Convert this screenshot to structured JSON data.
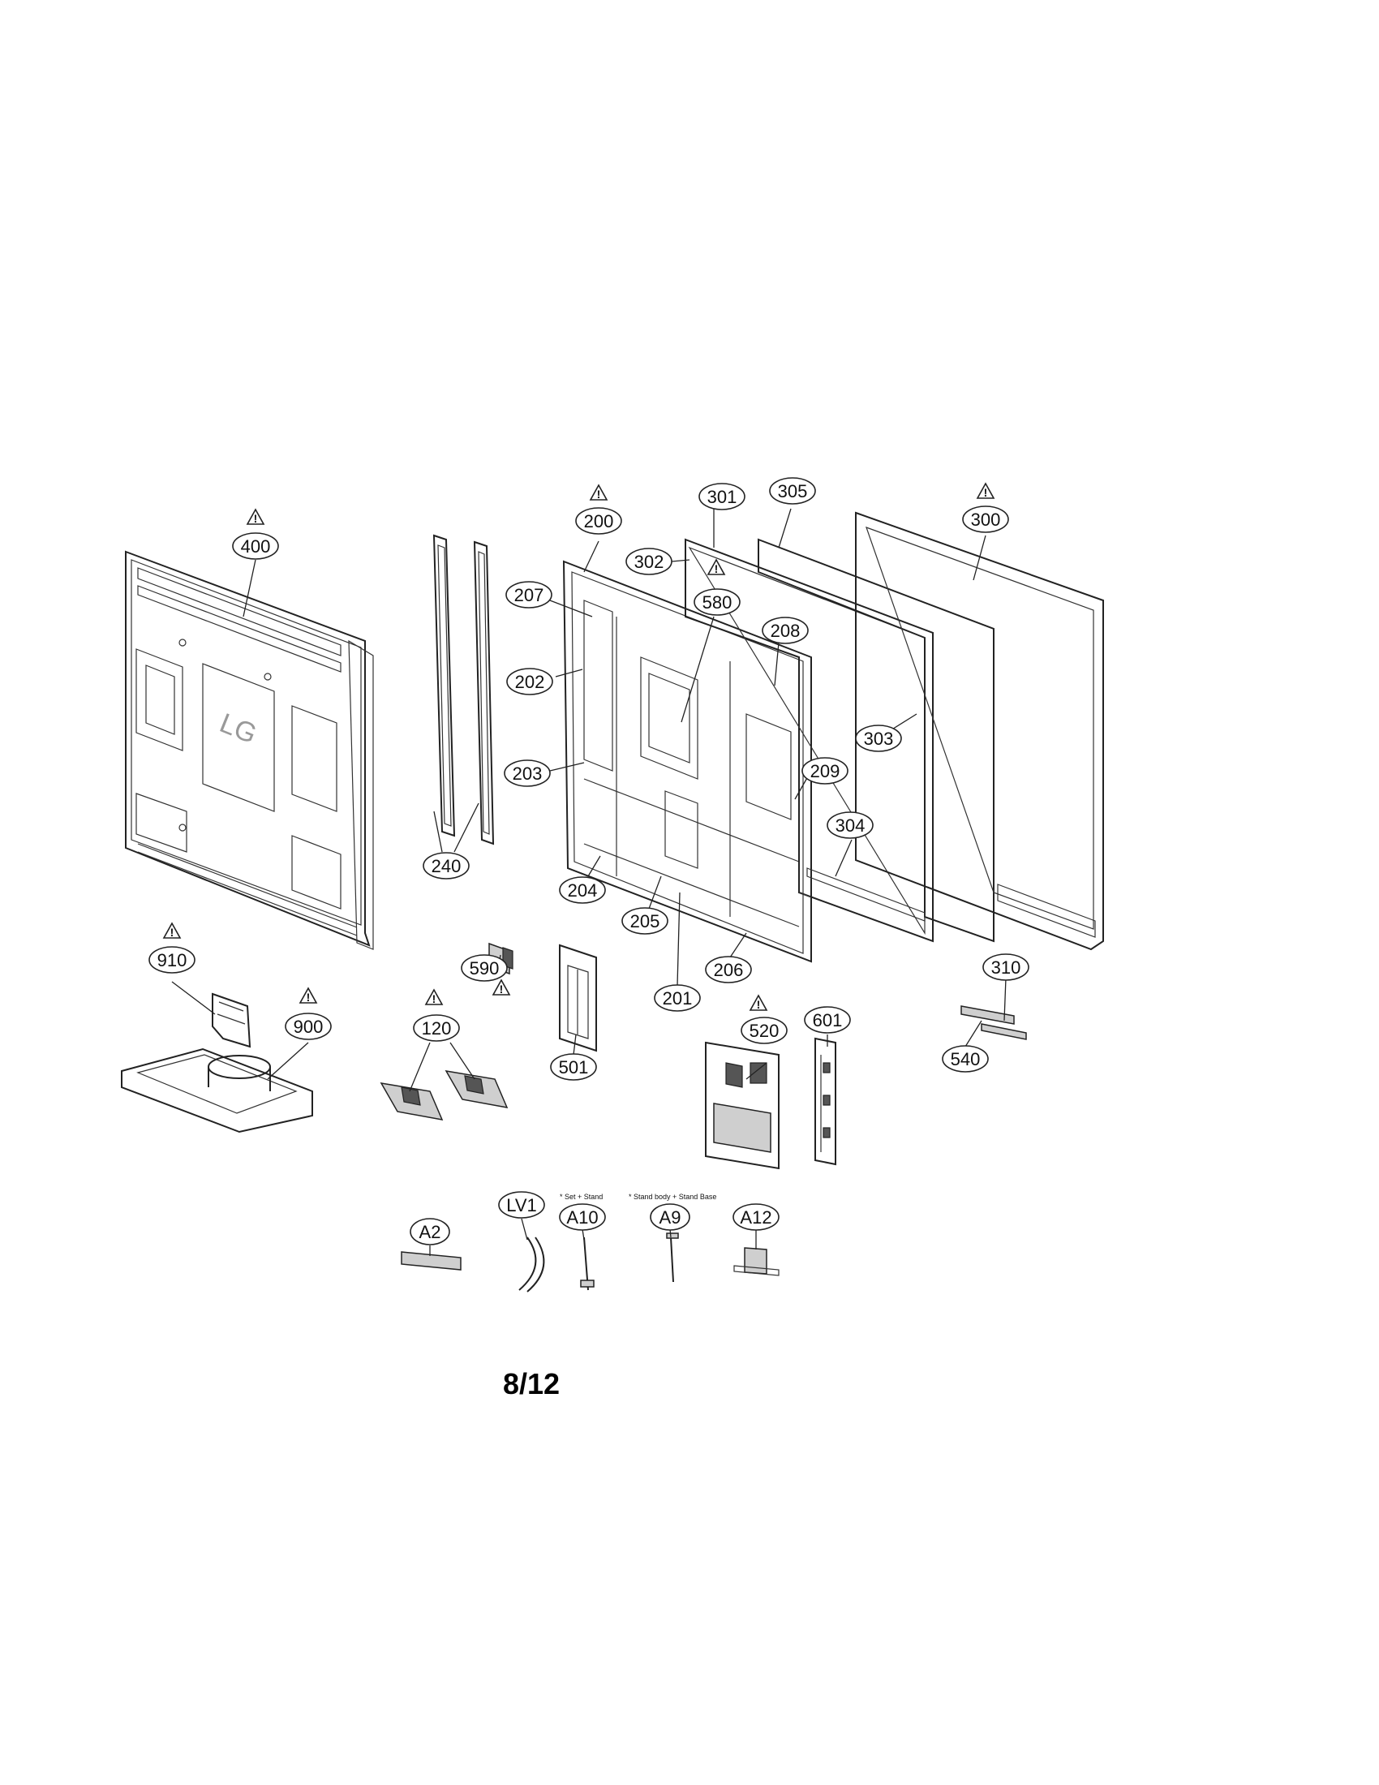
{
  "logo_text": "LG",
  "page_number": "8/12",
  "notes": {
    "a10": "* Set + Stand",
    "a9": "* Stand body + Stand Base"
  },
  "callouts": [
    {
      "id": "400",
      "label": "400"
    },
    {
      "id": "240",
      "label": "240"
    },
    {
      "id": "200",
      "label": "200"
    },
    {
      "id": "207",
      "label": "207"
    },
    {
      "id": "202",
      "label": "202"
    },
    {
      "id": "203",
      "label": "203"
    },
    {
      "id": "204",
      "label": "204"
    },
    {
      "id": "205",
      "label": "205"
    },
    {
      "id": "201",
      "label": "201"
    },
    {
      "id": "206",
      "label": "206"
    },
    {
      "id": "580",
      "label": "580"
    },
    {
      "id": "208",
      "label": "208"
    },
    {
      "id": "209",
      "label": "209"
    },
    {
      "id": "301",
      "label": "301"
    },
    {
      "id": "302",
      "label": "302"
    },
    {
      "id": "305",
      "label": "305"
    },
    {
      "id": "303",
      "label": "303"
    },
    {
      "id": "304",
      "label": "304"
    },
    {
      "id": "300",
      "label": "300"
    },
    {
      "id": "310",
      "label": "310"
    },
    {
      "id": "540",
      "label": "540"
    },
    {
      "id": "910",
      "label": "910"
    },
    {
      "id": "900",
      "label": "900"
    },
    {
      "id": "590",
      "label": "590"
    },
    {
      "id": "120",
      "label": "120"
    },
    {
      "id": "501",
      "label": "501"
    },
    {
      "id": "520",
      "label": "520"
    },
    {
      "id": "601",
      "label": "601"
    },
    {
      "id": "A2",
      "label": "A2"
    },
    {
      "id": "LV1",
      "label": "LV1"
    },
    {
      "id": "A10",
      "label": "A10"
    },
    {
      "id": "A9",
      "label": "A9"
    },
    {
      "id": "A12",
      "label": "A12"
    }
  ],
  "warning_symbol": "!"
}
